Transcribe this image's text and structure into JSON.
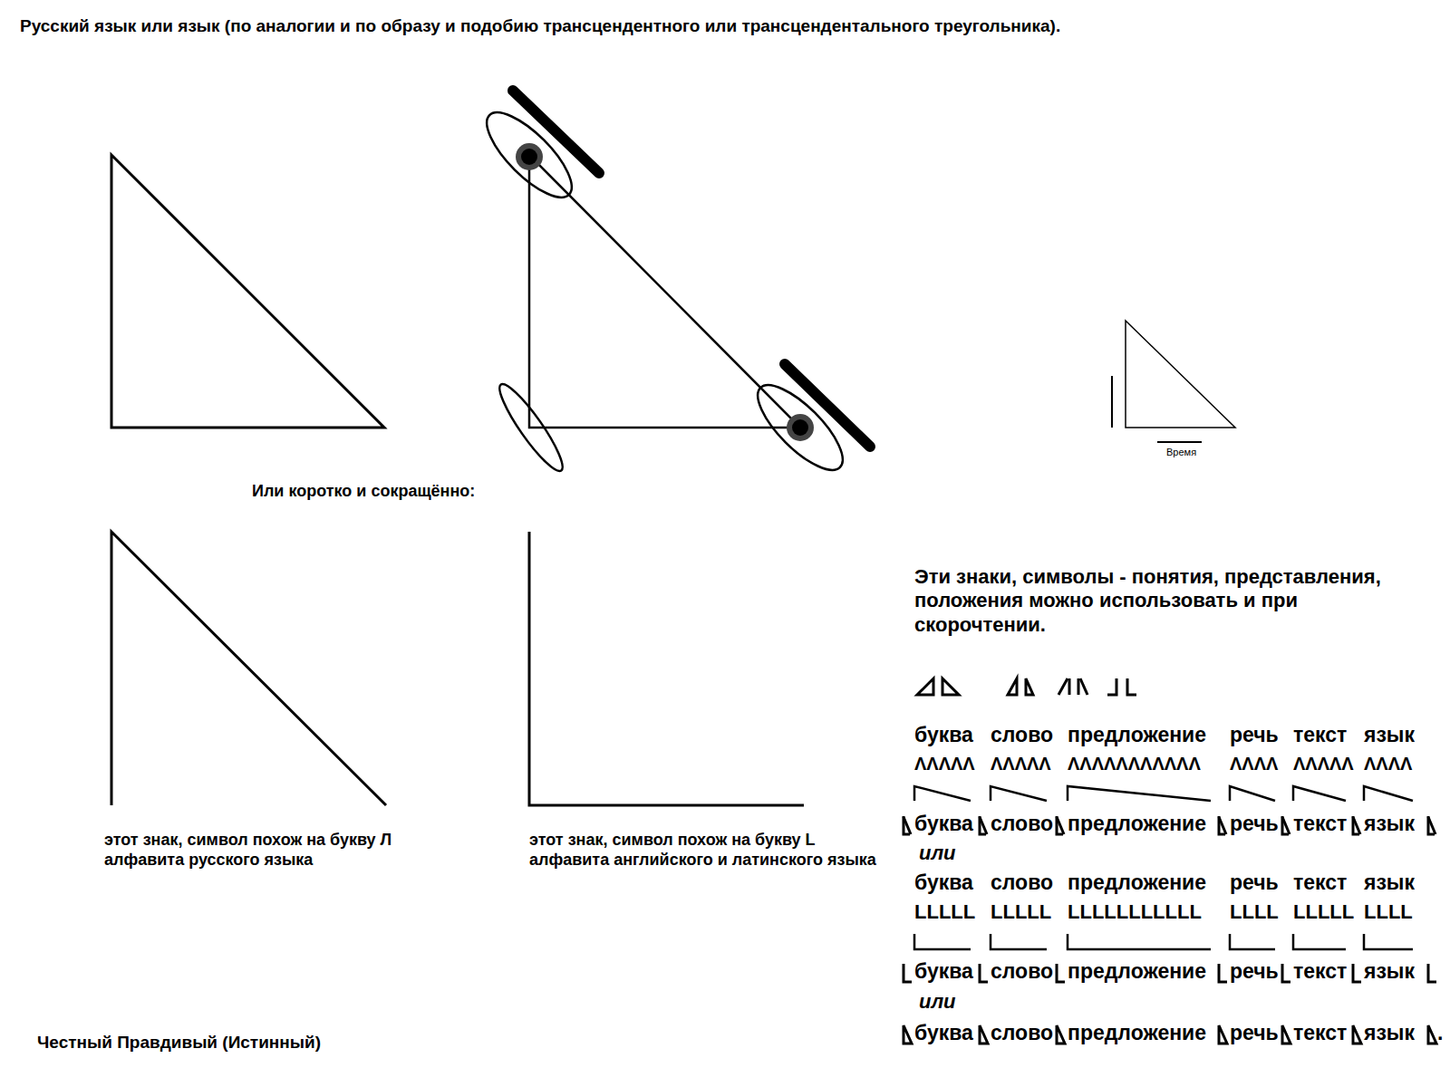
{
  "diagram": {
    "title": "Русский язык или язык (по аналогии и по образу и подобию трансцендентного или трансцендентального треугольника).",
    "labels": [
      "Время",
      "Или коротко и сокращённо:",
      "этот знак, символ похож на букву Л алфавита русского языка",
      "этот знак, символ похож на букву L алфавита английского и латинского языка",
      "Эти знаки, символы - понятия, представления, положения можно использовать и при скорочтении.",
      "буква",
      "слово",
      "предложение",
      "речь",
      "текст",
      "язык",
      "ΛΛΛΛΛ",
      "ΛΛΛΛΛ",
      "ΛΛΛΛΛΛΛΛΛΛΛ",
      "ΛΛΛΛ",
      "ΛΛΛΛΛ",
      "ΛΛΛΛ",
      "буква",
      "слово",
      "предложение",
      "речь",
      "текст",
      "язык",
      "или",
      "буква",
      "слово",
      "предложение",
      "речь",
      "текст",
      "язык",
      "LLLLL",
      "LLLLL",
      "LLLLLLLLLLL",
      "LLLL",
      "LLLLL",
      "LLLL",
      "буква",
      "слово",
      "предложение",
      "речь",
      "текст",
      "язык",
      "или",
      "буква",
      "слово",
      "предложение",
      "речь",
      "текст",
      "язык",
      ".",
      "Честный Правдивый (Истинный)"
    ]
  }
}
